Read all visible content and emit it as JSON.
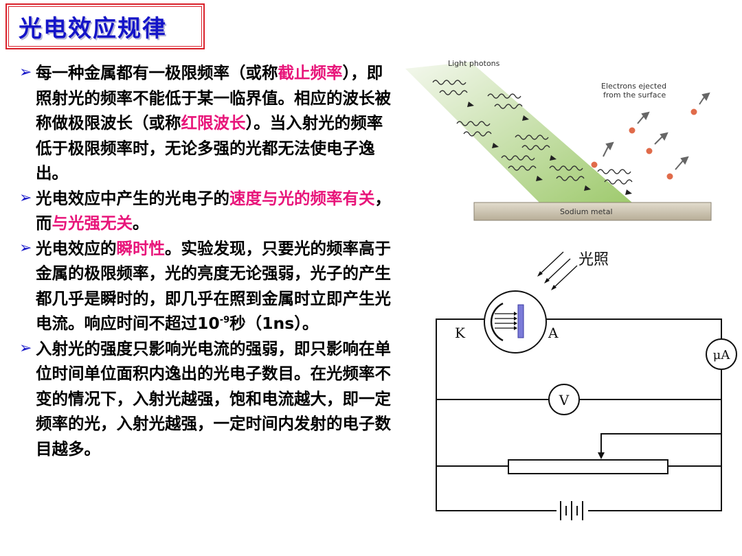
{
  "title": "光电效应规律",
  "bullets": [
    {
      "p1": "每一种金属都有一极限频率（或称",
      "h1": "截止频率",
      "p2": "），即照射光的频率不能低于某一临界值。相应的波长被称做极限波长（或称",
      "h2": "红限波长",
      "p3": "）。当入射光的频率低于极限频率时，无论多强的光都无法使电子逸出。"
    },
    {
      "p1": "光电效应中产生的光电子的",
      "h1": "速度与光的频率有关",
      "p2": "，而",
      "h2": "与光强无关",
      "p3": "。"
    },
    {
      "p1": "光电效应的",
      "h1": "瞬时性",
      "p2": "。实验发现，只要光的频率高于金属的极限频率，光的亮度无论强弱，光子的产生都几乎是瞬时的，即几乎在照到金属时立即产生光电流。响应时间不超过10",
      "sup": "-9",
      "p3": "秒（1ns）。"
    },
    {
      "p1": "入射光的强度只影响光电流的强弱，即只影响在单位时间单位面积内逸出的光电子数目。在光频率不变的情况下，入射光越强，饱和电流越大，即一定频率的光，入射光越强，一定时间内发射的电子数目越多。"
    }
  ],
  "illustration": {
    "light_label": "Light photons",
    "electrons_label_1": "Electrons ejected",
    "electrons_label_2": "from the surface",
    "metal_label": "Sodium metal"
  },
  "circuit": {
    "light_label": "光照",
    "cathode_label": "K",
    "anode_label": "A",
    "ammeter_label": "μA",
    "voltmeter_label": "V"
  },
  "bullet_icon": "arrowhead-bullet-icon",
  "colors": {
    "title": "#1414c8",
    "highlight": "#e8157a",
    "title_border": "#d9202a"
  }
}
